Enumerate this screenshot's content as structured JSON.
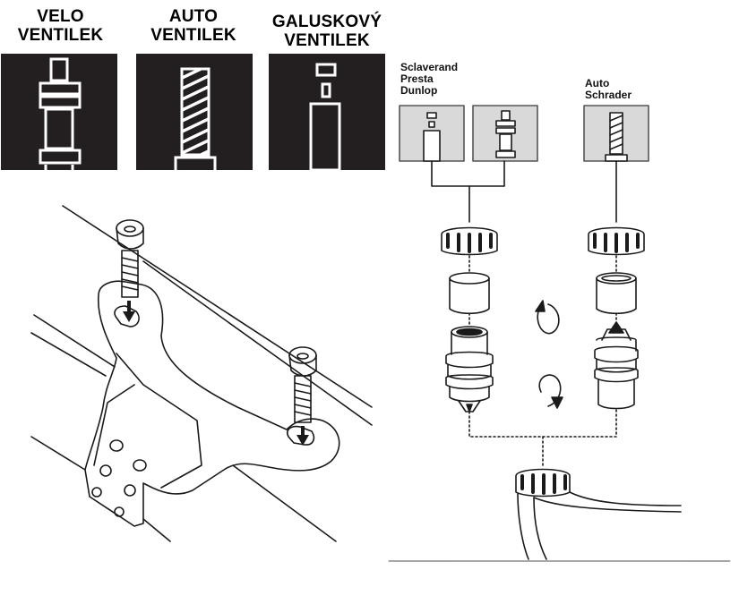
{
  "valve_types": [
    {
      "line1": "VELO",
      "line2": "VENTILEK",
      "icon": "bicycle-valve-icon"
    },
    {
      "line1": "AUTO",
      "line2": "VENTILEK",
      "icon": "car-valve-icon"
    },
    {
      "line1": "GALUSKOVÝ",
      "line2": "VENTILEK",
      "icon": "dunlop-valve-icon"
    }
  ],
  "adapter_diagram": {
    "left_group": {
      "line1": "Sclaverand",
      "line2": "Presta",
      "line3": "Dunlop"
    },
    "right_group": {
      "line1": "Auto",
      "line2": "Schrader"
    }
  },
  "colors": {
    "box_dark": "#231f20",
    "panel_grey": "#d9d9d9",
    "line": "#1a1a1a"
  }
}
